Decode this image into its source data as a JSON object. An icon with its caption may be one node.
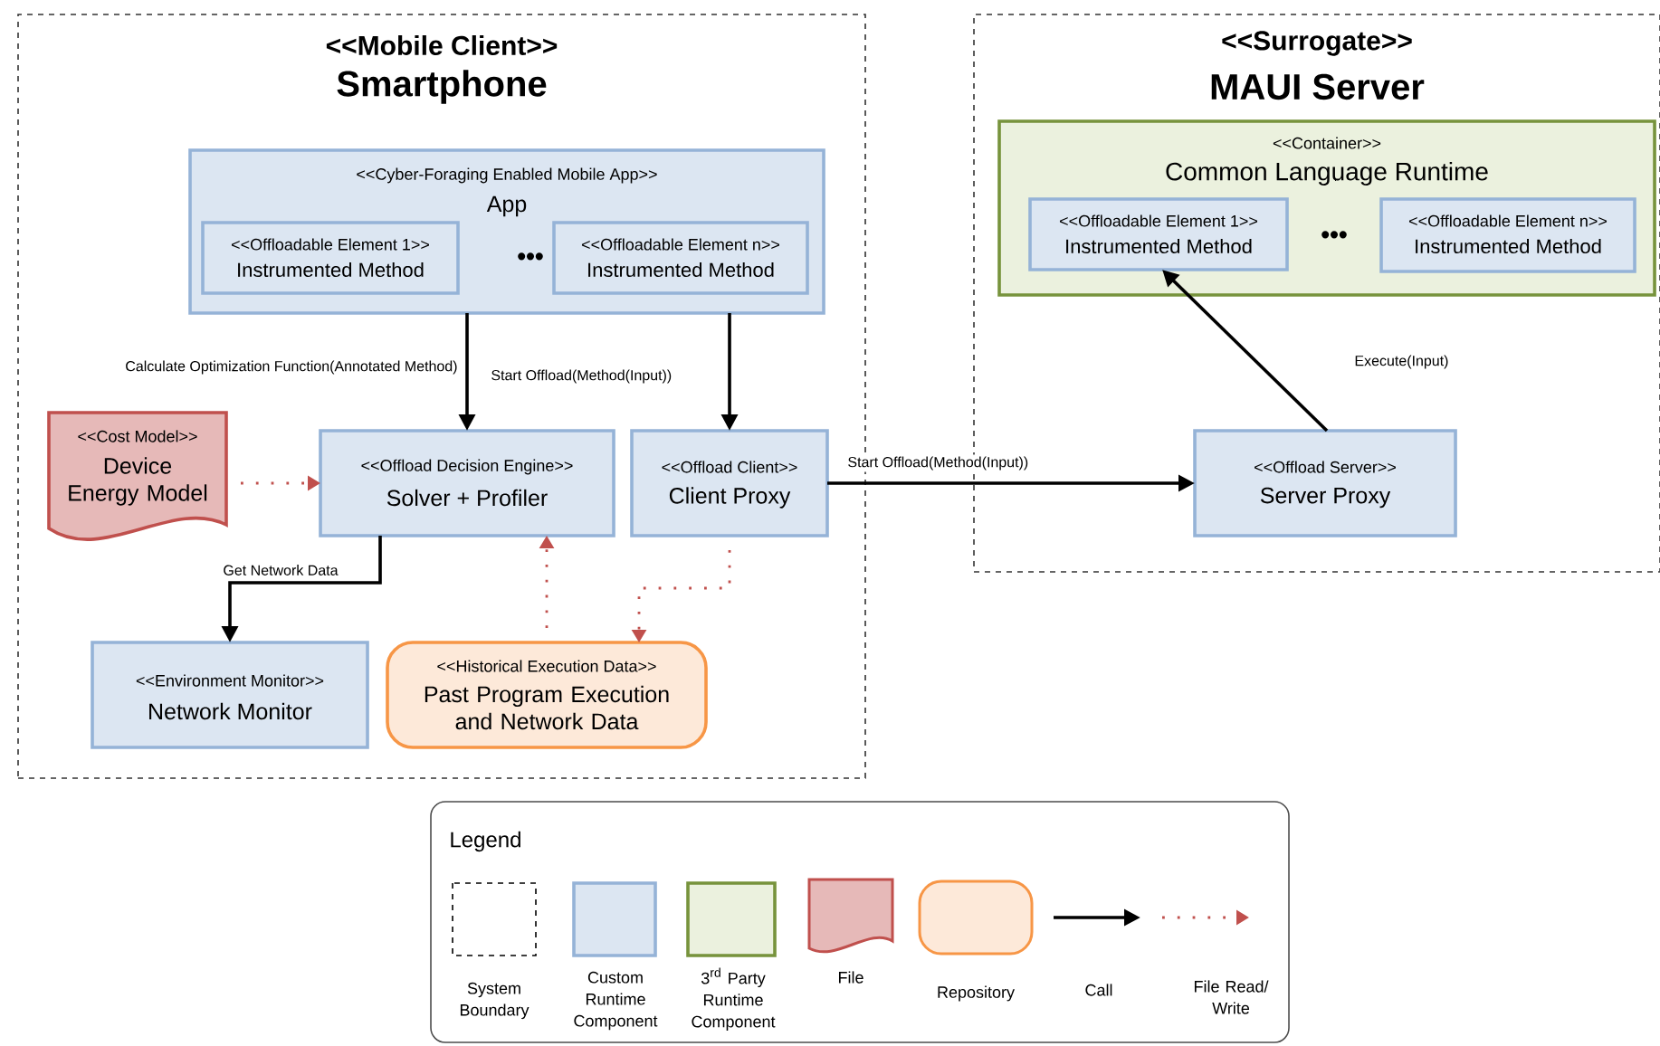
{
  "diagram": {
    "nodes": [
      {
        "text": [
          "<<Mobile Client>>",
          "Smartphone"
        ]
      },
      {
        "text": [
          "<<Cyber-Foraging Enabled Mobile App>>",
          "App"
        ],
        "in": 0
      },
      {
        "text": [
          "<<Offloadable Element 1>>",
          "Instrumented Method"
        ],
        "in": 1
      },
      {
        "text": [
          "<<Offloadable Element n>>",
          "Instrumented Method"
        ],
        "in": 1
      },
      {
        "text": [
          "<<Cost Model>>",
          "Device Energy Model"
        ],
        "in": 0
      },
      {
        "text": [
          "<<Offload Decision Engine>>",
          "Solver + Profiler"
        ],
        "in": 0
      },
      {
        "text": [
          "<<Offload Client>>",
          "Client Proxy"
        ],
        "in": 0
      },
      {
        "text": [
          "<<Environment Monitor>>",
          "Network Monitor"
        ],
        "in": 0
      },
      {
        "text": [
          "<<Historical Execution Data>>",
          "Past Program Execution and Network Data"
        ],
        "in": 0
      },
      {
        "text": [
          "<<Surrogate>>",
          "MAUI Server"
        ]
      },
      {
        "text": [
          "<<Container>>",
          "Common Language Runtime"
        ],
        "in": 9
      },
      {
        "text": [
          "<<Offloadable Element 1>>",
          "Instrumented Method"
        ],
        "in": 10
      },
      {
        "text": [
          "<<Offloadable Element n>>",
          "Instrumented Method"
        ],
        "in": 10
      },
      {
        "text": [
          "<<Offload Server>>",
          "Server Proxy"
        ],
        "in": 9
      }
    ],
    "edges": [
      {
        "from": 1,
        "to": 5,
        "arrow": "to",
        "label": "Calculate Optimization Function(Annotated Method)"
      },
      {
        "from": 1,
        "to": 6,
        "arrow": "to",
        "label": "Start Offload(Method(Input))"
      },
      {
        "from": 6,
        "to": 13,
        "arrow": "to",
        "label": "Start Offload(Method(Input))"
      },
      {
        "from": 13,
        "to": 11,
        "arrow": "to",
        "label": "Execute(Input)"
      },
      {
        "from": 5,
        "to": 7,
        "arrow": "to",
        "label": "Get Network Data"
      },
      {
        "from": 4,
        "to": 5,
        "arrow": "to",
        "style": "dashed",
        "color": "#c0504d"
      },
      {
        "from": 8,
        "to": 5,
        "arrow": "to",
        "style": "dashed",
        "color": "#c0504d"
      },
      {
        "from": 6,
        "to": 8,
        "arrow": "to",
        "style": "dashed",
        "color": "#c0504d"
      }
    ],
    "labels": [
      "•••",
      "•••",
      "Legend"
    ],
    "legend": [
      {
        "text": "System Boundary"
      },
      {
        "text": "Custom Runtime Component",
        "color": "#dce6f2"
      },
      {
        "text": "\\begin{array}{c}\\mbox{3}^{\\mbox{\\scriptsize rd}}\\mbox{ Party}\\\\\\mbox{Runtime}\\\\\\mbox{Component}\\end{array}",
        "color": "#ebf1de"
      },
      {
        "text": "File"
      },
      {
        "text": "Repository"
      },
      {
        "text": "Call"
      },
      {
        "text": "File Read/ Write"
      }
    ]
  }
}
